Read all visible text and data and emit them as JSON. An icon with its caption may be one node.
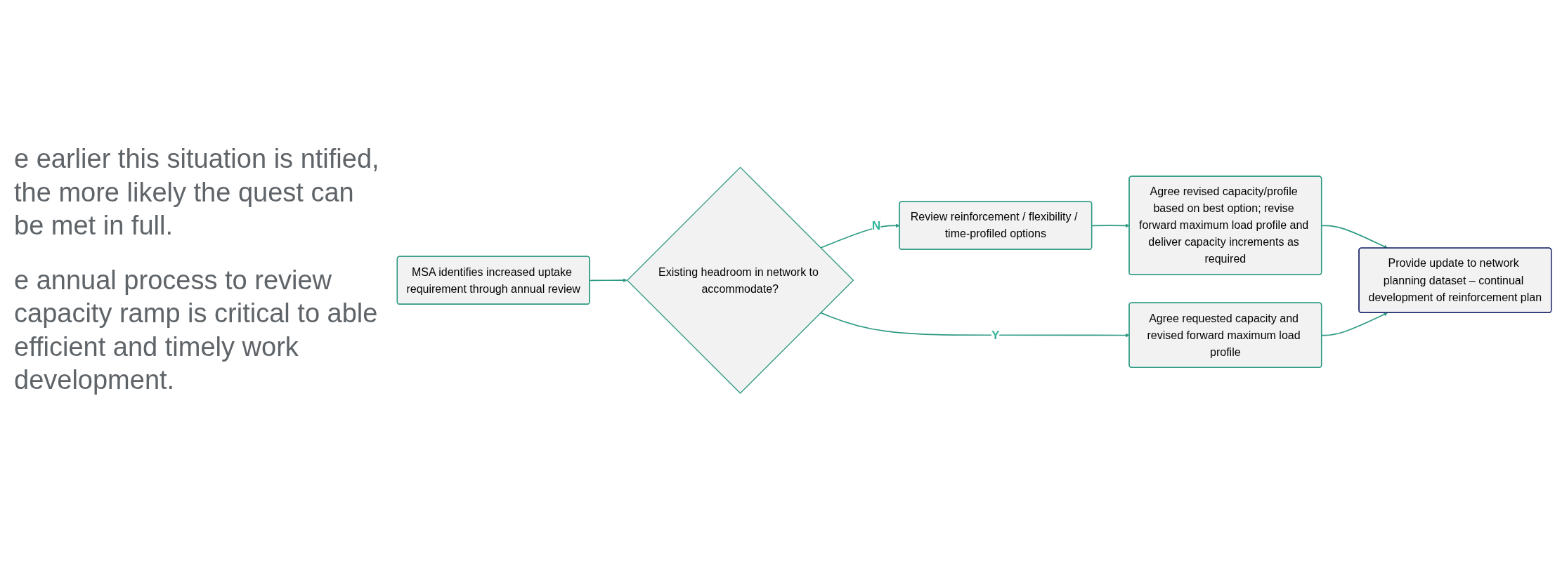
{
  "diagram": {
    "nodes": [
      {
        "text": [
          "MSA identifies increased uptake requirement through annual review"
        ]
      },
      {
        "text": [
          "Existing headroom in network to accommodate?"
        ]
      },
      {
        "text": [
          "Review reinforcement / flexibility / time-profiled options"
        ]
      },
      {
        "text": [
          "Agree revised capacity/profile based on best option; revise forward maximum load profile and deliver capacity increments as required"
        ]
      },
      {
        "text": [
          "Agree requested capacity and revised forward maximum load profile"
        ]
      },
      {
        "text": [
          "Provide update to network planning dataset – continual development of reinforcement plan"
        ]
      }
    ],
    "edges": [
      {
        "from": 0,
        "to": 1,
        "arrow": "to"
      },
      {
        "from": 1,
        "to": 2,
        "arrow": "to",
        "label": "N"
      },
      {
        "from": 1,
        "to": 4,
        "arrow": "to",
        "label": "Y"
      },
      {
        "from": 2,
        "to": 3,
        "arrow": "to"
      },
      {
        "from": 3,
        "to": 5,
        "arrow": "to"
      },
      {
        "from": 4,
        "to": 5,
        "arrow": "to"
      }
    ],
    "labels": [
      "e earlier this situation is ntified, the more likely the quest can be met in full.",
      "e annual process to review capacity ramp is critical to able efficient and timely work development."
    ]
  }
}
